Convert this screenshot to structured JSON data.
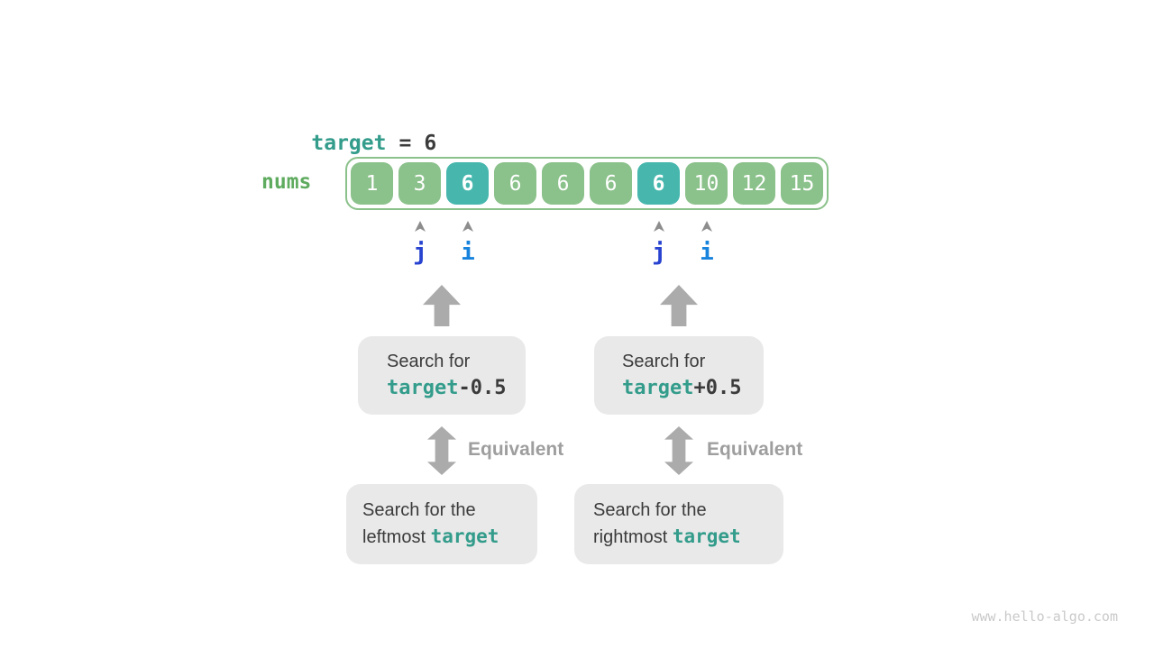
{
  "target_line": {
    "keyword": "target",
    "operator": "=",
    "value": "6"
  },
  "array": {
    "label": "nums",
    "cells": [
      {
        "value": "1",
        "highlight": false
      },
      {
        "value": "3",
        "highlight": false
      },
      {
        "value": "6",
        "highlight": true
      },
      {
        "value": "6",
        "highlight": false
      },
      {
        "value": "6",
        "highlight": false
      },
      {
        "value": "6",
        "highlight": false
      },
      {
        "value": "6",
        "highlight": true
      },
      {
        "value": "10",
        "highlight": false
      },
      {
        "value": "12",
        "highlight": false
      },
      {
        "value": "15",
        "highlight": false
      }
    ]
  },
  "pointers": {
    "labels": [
      "j",
      "i",
      "j",
      "i"
    ]
  },
  "upper_boxes": {
    "left": {
      "line1": "Search for",
      "code": "target",
      "suffix": "-0.5"
    },
    "right": {
      "line1": "Search for",
      "code": "target",
      "suffix": "+0.5"
    }
  },
  "equivalence": {
    "left": "Equivalent",
    "right": "Equivalent"
  },
  "lower_boxes": {
    "left": {
      "line1": "Search for the",
      "prefix": "leftmost ",
      "code": "target"
    },
    "right": {
      "line1": "Search for the",
      "prefix": "rightmost ",
      "code": "target"
    }
  },
  "watermark": "www.hello-algo.com",
  "colors": {
    "code_teal": "#339C8B",
    "label_green": "#5FAB5F",
    "cell_green": "#8BC18B",
    "cell_teal": "#47B7AE",
    "dark_text": "#3B3B3B",
    "arrow_gray": "#ABABAB",
    "caret_gray": "#8D8D8D",
    "box_bg": "#E9E9E9",
    "equiv_text_gray": "#9E9E9E",
    "pointer_j_blue": "#2743D0",
    "pointer_i_blue": "#1783DC",
    "watermark_gray": "#C9C9C9"
  }
}
